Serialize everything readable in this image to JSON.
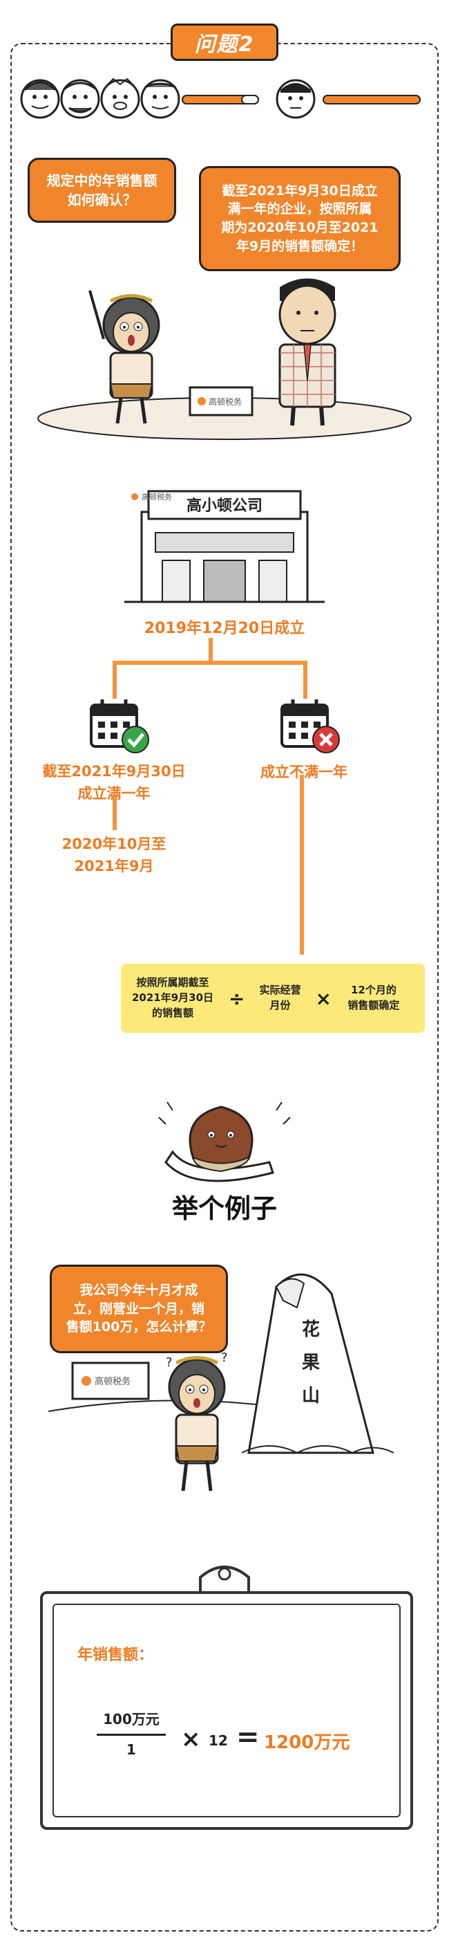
{
  "header": {
    "title": "问题2"
  },
  "scene1": {
    "question": "规定中的年销售额如何确认？",
    "question_lines": [
      "规定中的年销售额",
      "如何确认？"
    ],
    "answer_lines": [
      "截至2021年9月30日成立",
      "满一年的企业，按照所属",
      "期为2020年10月至2021",
      "年9月的销售额确定！"
    ],
    "box_brand": "高顿税务"
  },
  "company": {
    "sign": "高小顿公司",
    "brand": "高顿税务",
    "founded": "2019年12月20日成立"
  },
  "branches": {
    "left_label_lines": [
      "截至2021年9月30日",
      "成立满一年"
    ],
    "left_period_lines": [
      "2020年10月至",
      "2021年9月"
    ],
    "right_label": "成立不满一年",
    "left_status": "check",
    "right_status": "cross"
  },
  "formula_box": {
    "part1_lines": [
      "按照所属期截至",
      "2021年9月30日",
      "的销售额"
    ],
    "op1": "÷",
    "part2_lines": [
      "实际经营",
      "月份"
    ],
    "op2": "×",
    "part3_lines": [
      "12个月的",
      "销售额确定"
    ]
  },
  "example": {
    "title": "举个例子"
  },
  "scene2": {
    "bubble_lines": [
      "我公司今年十月才成",
      "立，刚营业一个月，销",
      "售额100万，怎么计算？"
    ],
    "mountain_text": [
      "花",
      "果",
      "山"
    ],
    "box_brand": "高顿税务"
  },
  "calc": {
    "label": "年销售额：",
    "numerator": "100万元",
    "denominator": "1",
    "times": "×",
    "multiplier": "12",
    "equals": "=",
    "result": "1200万元"
  },
  "colors": {
    "accent": "#f0852b",
    "yellow": "#fde97a",
    "green": "#3aa64a",
    "red": "#d83a3a"
  }
}
